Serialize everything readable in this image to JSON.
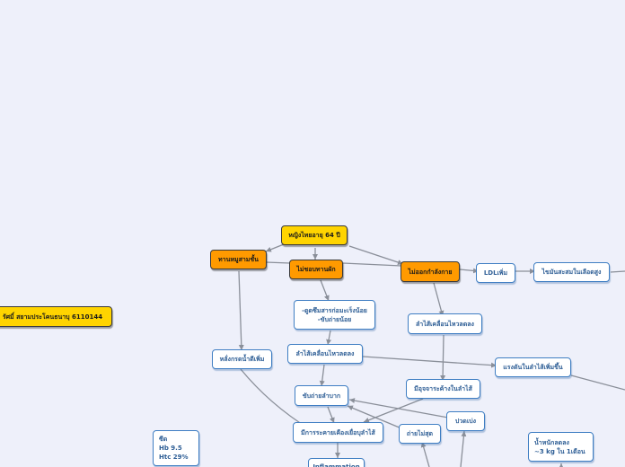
{
  "colors": {
    "background": "#eef0fa",
    "central": "#ffd400",
    "main_branch": "#ff9a00",
    "sub_topic_border": "#3f7ec3",
    "sub_topic_text": "#2f5f96",
    "connector": "#8a8f99"
  },
  "nodes": {
    "student": "รัศมิ์ สยามประโคนธนาบุ 6110144",
    "patient": "หญิงไทยอายุ 64 ปี",
    "eats_pork": "ทานหมูสามชั้น",
    "dislikes_veg": "ไม่ชอบทานผัก",
    "no_exercise": "ไม่ออกกำลังกาย",
    "ldl": "LDLเพิ่ม",
    "fat_deposit": "ไขมันสะสมในเลือดสูง",
    "bowel_slow_a": "ลำไส้เคลื่อนไหวลดลง",
    "bowel_slow_b": "ลำไส้เคลื่อนไหวลดลง",
    "less_water": "-ดูดซึมสารก่อมะเร็งน้อย\n-ขับถ่ายน้อย",
    "bile": "หลั่งกรดน้ำดีเพิ่ม",
    "pressure": "แรงดันในลำไส้เพิ่มขึ้น",
    "stool_retention": "มีอุจจาระค้างในลำไส้",
    "hard_stool": "ขับถ่ายลำบาก",
    "tissue_damage": "มีการระคายเคืองเยื่อบุลำไส้",
    "incomplete": "ถ่ายไม่สุด",
    "abdominal_pain": "ปวดเบ่ง",
    "inflammation": "Inflammation",
    "labs": "ซีด\nHb 9.5\nHtc 29%",
    "weight_loss": "น้ำหนักลดลง\n~3 kg ใน 1เดือน"
  }
}
